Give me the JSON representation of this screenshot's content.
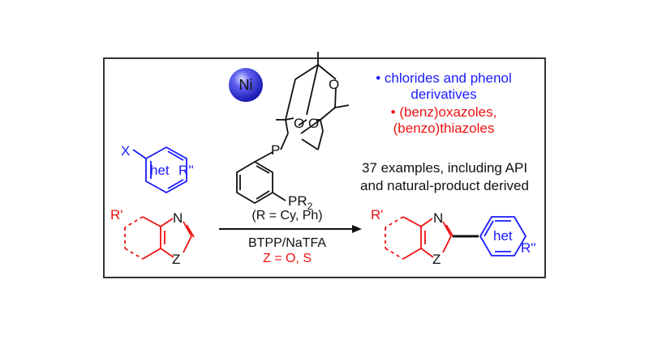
{
  "colors": {
    "blue": "#1a1aff",
    "red": "#ee1111",
    "black": "#111111",
    "ni_sphere": "#3a3ae8"
  },
  "catalyst": {
    "metal": "Ni",
    "phosphorus_1": "P",
    "oxygen_a": "O",
    "oxygen_b": "O",
    "oxygen_c": "O",
    "phosphine_group": "PR",
    "phosphine_subscript": "2"
  },
  "substrate_aryl": {
    "leaving_group": "X",
    "het": "het",
    "substituent": "R''"
  },
  "substrate_azole": {
    "substituent": "R'",
    "nitrogen": "N",
    "heteroatom": "Z"
  },
  "conditions": {
    "ligand_note": "(R = Cy, Ph)",
    "base_solvent": "BTPP/NaTFA",
    "z_def": "Z = O, S"
  },
  "product": {
    "substituent_left": "R'",
    "nitrogen": "N",
    "heteroatom": "Z",
    "het": "het",
    "substituent_right": "R''"
  },
  "scope_notes": {
    "line1": "• chlorides and phenol",
    "line2": "derivatives",
    "line3": "• (benz)oxazoles,",
    "line4": "(benzo)thiazoles"
  },
  "summary": {
    "line1": "37 examples, including API",
    "line2": "and natural-product derived"
  }
}
